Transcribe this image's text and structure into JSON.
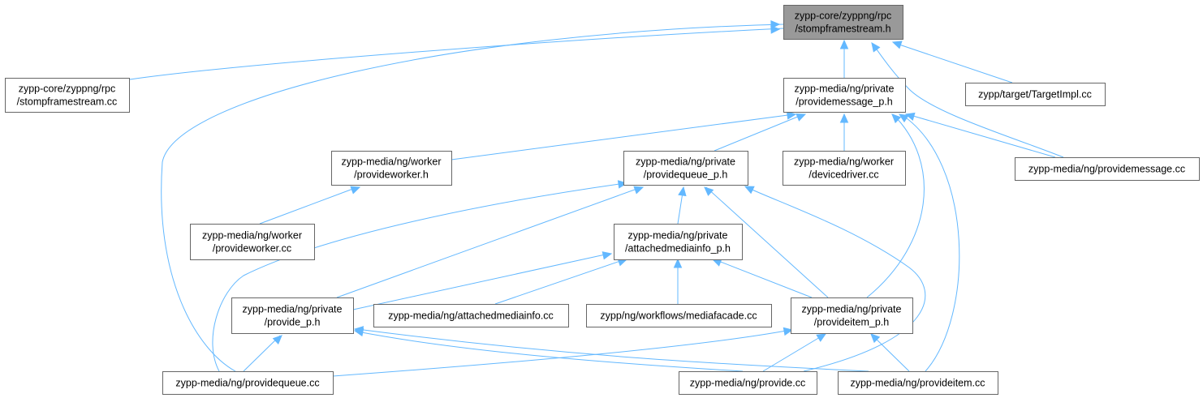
{
  "graph": {
    "nodes": {
      "root": [
        "zypp-core/zyppng/rpc",
        "/stompframestream.h"
      ],
      "stomp_cc": [
        "zypp-core/zyppng/rpc",
        "/stompframestream.cc"
      ],
      "providemessage_p_h": [
        "zypp-media/ng/private",
        "/providemessage_p.h"
      ],
      "targetimpl_cc": [
        "zypp/target/TargetImpl.cc"
      ],
      "provideworker_h": [
        "zypp-media/ng/worker",
        "/provideworker.h"
      ],
      "providequeue_p_h": [
        "zypp-media/ng/private",
        "/providequeue_p.h"
      ],
      "devicedriver_cc": [
        "zypp-media/ng/worker",
        "/devicedriver.cc"
      ],
      "providemessage_cc": [
        "zypp-media/ng/providemessage.cc"
      ],
      "provideworker_cc": [
        "zypp-media/ng/worker",
        "/provideworker.cc"
      ],
      "attachedmediainfo_p_h": [
        "zypp-media/ng/private",
        "/attachedmediainfo_p.h"
      ],
      "provide_p_h": [
        "zypp-media/ng/private",
        "/provide_p.h"
      ],
      "attachedmediainfo_cc": [
        "zypp-media/ng/attachedmediainfo.cc"
      ],
      "mediafacade_cc": [
        "zypp/ng/workflows/mediafacade.cc"
      ],
      "provideitem_p_h": [
        "zypp-media/ng/private",
        "/provideitem_p.h"
      ],
      "providequeue_cc": [
        "zypp-media/ng/providequeue.cc"
      ],
      "provide_cc": [
        "zypp-media/ng/provide.cc"
      ],
      "provideitem_cc": [
        "zypp-media/ng/provideitem.cc"
      ]
    },
    "colors": {
      "edge": "#63b8ff",
      "root_fill": "#999999",
      "node_border": "#666666"
    }
  }
}
